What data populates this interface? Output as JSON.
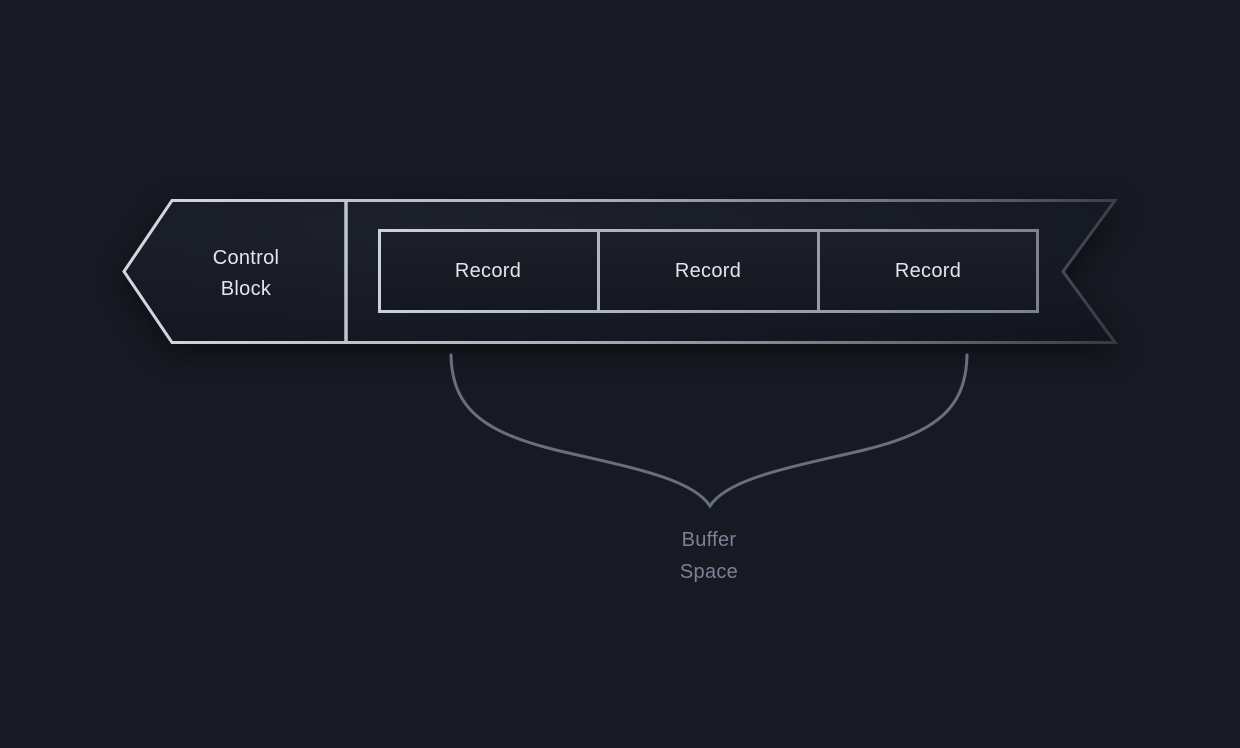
{
  "page": {
    "background": "#171a23"
  },
  "banner": {
    "control_block": {
      "line1": "Control",
      "line2": "Block"
    },
    "records": [
      {
        "label": "Record"
      },
      {
        "label": "Record"
      },
      {
        "label": "Record"
      }
    ]
  },
  "annotation": {
    "line1": "Buffer",
    "line2": "Space"
  },
  "colors": {
    "border_light": "#d2d7e0",
    "border_mid": "#a9b0bb",
    "border_dark": "#363b43",
    "record_border_light": "#ccd2dc",
    "record_border_dark": "#79818c",
    "banner_fill_light": "#1d212b",
    "banner_fill_dark": "#121520",
    "label_text": "#e2e5ec",
    "annotation_text": "#7c8196",
    "brace_stroke": "#67707f"
  }
}
